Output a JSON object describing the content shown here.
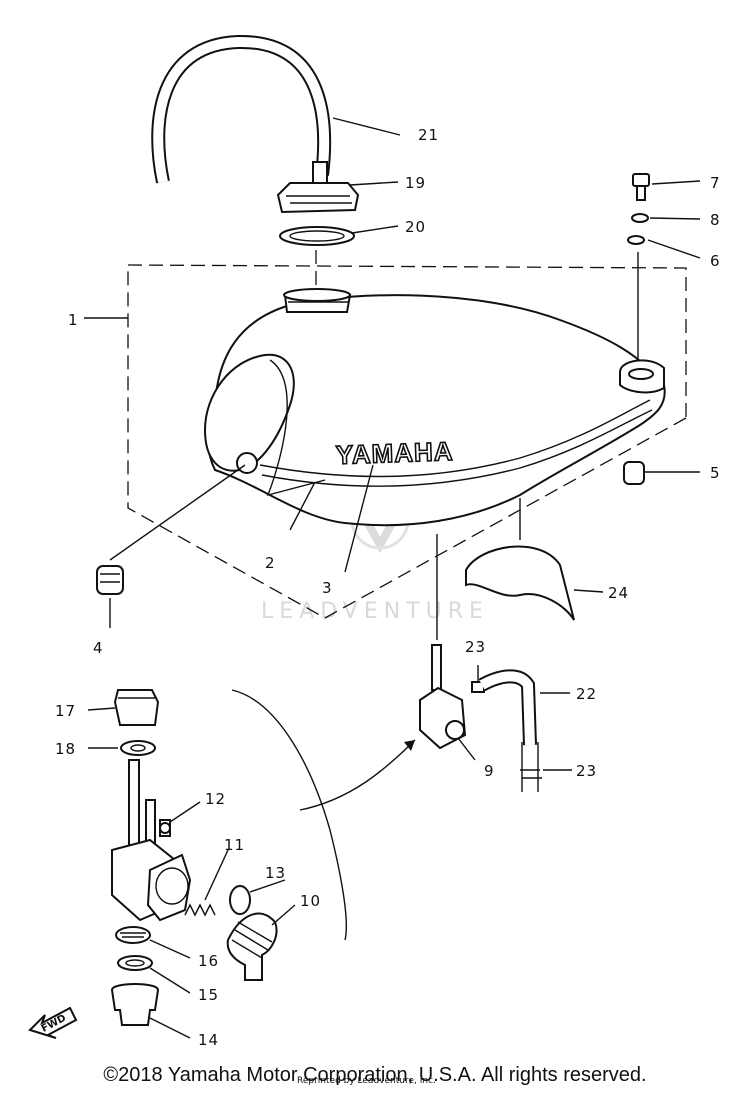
{
  "diagram": {
    "brand_on_tank": "YAMAHA",
    "watermark": "LEADVENTURE",
    "fwd_label": "FWD",
    "callouts": [
      {
        "id": "1",
        "label": "1"
      },
      {
        "id": "2",
        "label": "2"
      },
      {
        "id": "3",
        "label": "3"
      },
      {
        "id": "4",
        "label": "4"
      },
      {
        "id": "5",
        "label": "5"
      },
      {
        "id": "6",
        "label": "6"
      },
      {
        "id": "7",
        "label": "7"
      },
      {
        "id": "8",
        "label": "8"
      },
      {
        "id": "9",
        "label": "9"
      },
      {
        "id": "10",
        "label": "10"
      },
      {
        "id": "11",
        "label": "11"
      },
      {
        "id": "12",
        "label": "12"
      },
      {
        "id": "13",
        "label": "13"
      },
      {
        "id": "14",
        "label": "14"
      },
      {
        "id": "15",
        "label": "15"
      },
      {
        "id": "16",
        "label": "16"
      },
      {
        "id": "17",
        "label": "17"
      },
      {
        "id": "18",
        "label": "18"
      },
      {
        "id": "19",
        "label": "19"
      },
      {
        "id": "20",
        "label": "20"
      },
      {
        "id": "21",
        "label": "21"
      },
      {
        "id": "22",
        "label": "22"
      },
      {
        "id": "23a",
        "label": "23"
      },
      {
        "id": "23b",
        "label": "23"
      },
      {
        "id": "24",
        "label": "24"
      }
    ]
  },
  "footer": {
    "copyright": "©2018 Yamaha Motor Corporation, U.S.A. All rights reserved.",
    "reprint_note": "Reprinted by Leadventure, Inc."
  },
  "colors": {
    "ink": "#111111",
    "background": "#ffffff",
    "watermark": "#d9d9d9"
  }
}
